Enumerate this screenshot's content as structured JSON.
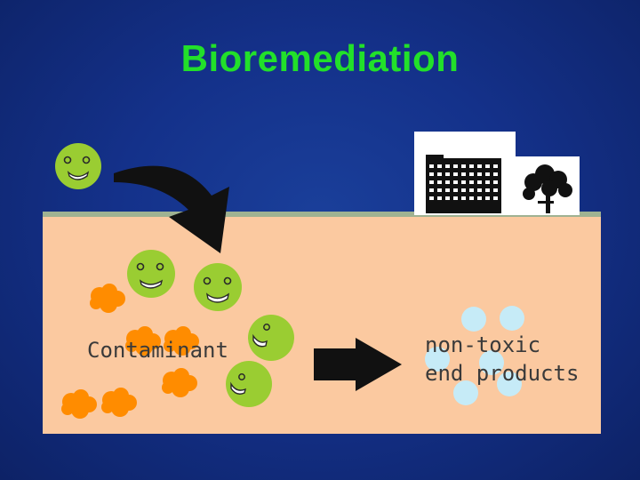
{
  "title": "Bioremediation",
  "labels": {
    "contaminant": "Contaminant",
    "product_line1": "non-toxic",
    "product_line2": "end products"
  },
  "colors": {
    "title": "#22e02a",
    "background": "#14318a",
    "soil": "#fbc9a0",
    "microbe": "#9acd32",
    "contaminant": "#ff8c00",
    "product": "#c6ebf7",
    "arrow": "#000000"
  },
  "icons": [
    "microbe-icon",
    "contaminant-blob-icon",
    "building-icon",
    "tree-icon",
    "curved-arrow-icon",
    "right-arrow-icon",
    "product-bubble-icon"
  ]
}
